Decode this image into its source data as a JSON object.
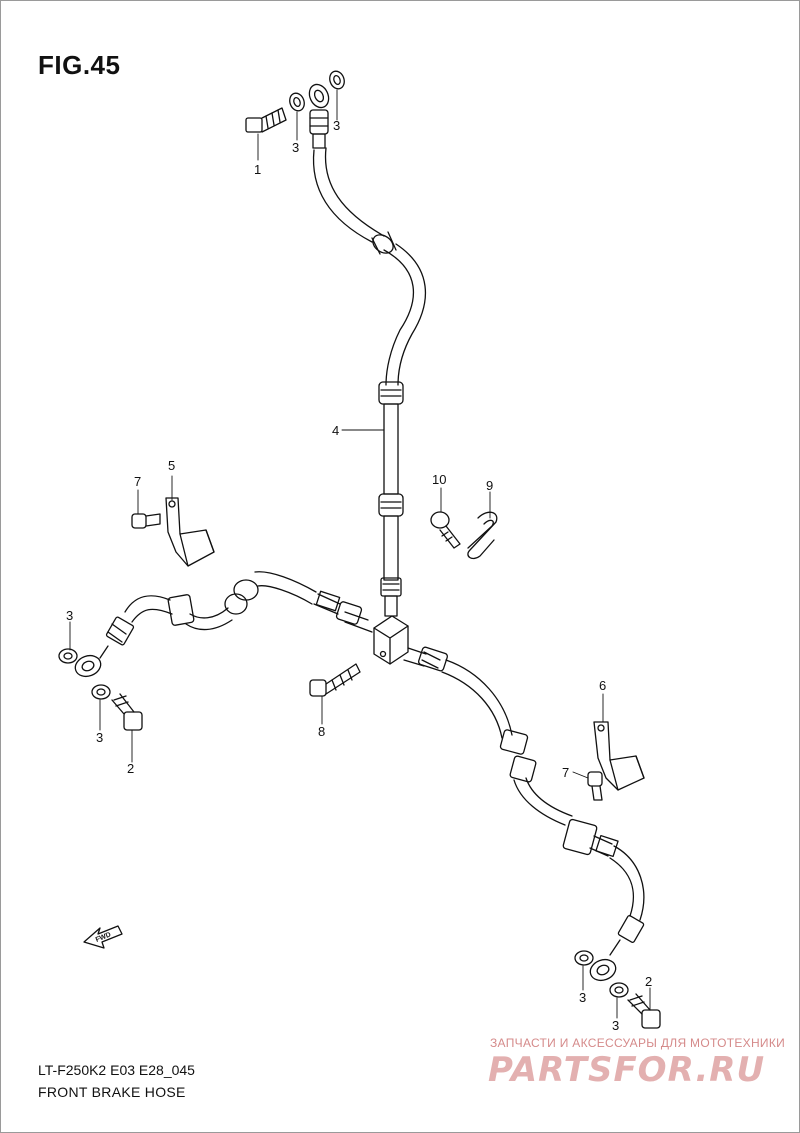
{
  "figure": {
    "title": "FIG.45"
  },
  "footer": {
    "code": "LT-F250K2 E03 E28_045",
    "caption": "FRONT BRAKE  HOSE"
  },
  "watermark": {
    "line1": "ЗАПЧАСТИ И АКСЕССУАРЫ ДЛЯ МОТОТЕХНИКИ",
    "logo": "PARTSFOR.RU"
  },
  "direction_marker": {
    "text": "FWD"
  },
  "parts": [
    {
      "ref": "1",
      "label": "1"
    },
    {
      "ref": "2a",
      "label": "2"
    },
    {
      "ref": "2b",
      "label": "2"
    },
    {
      "ref": "3a",
      "label": "3"
    },
    {
      "ref": "3b",
      "label": "3"
    },
    {
      "ref": "3c",
      "label": "3"
    },
    {
      "ref": "3d",
      "label": "3"
    },
    {
      "ref": "3e",
      "label": "3"
    },
    {
      "ref": "3f",
      "label": "3"
    },
    {
      "ref": "4",
      "label": "4"
    },
    {
      "ref": "5",
      "label": "5"
    },
    {
      "ref": "6",
      "label": "6"
    },
    {
      "ref": "7a",
      "label": "7"
    },
    {
      "ref": "7b",
      "label": "7"
    },
    {
      "ref": "8",
      "label": "8"
    },
    {
      "ref": "9",
      "label": "9"
    },
    {
      "ref": "10",
      "label": "10"
    }
  ]
}
